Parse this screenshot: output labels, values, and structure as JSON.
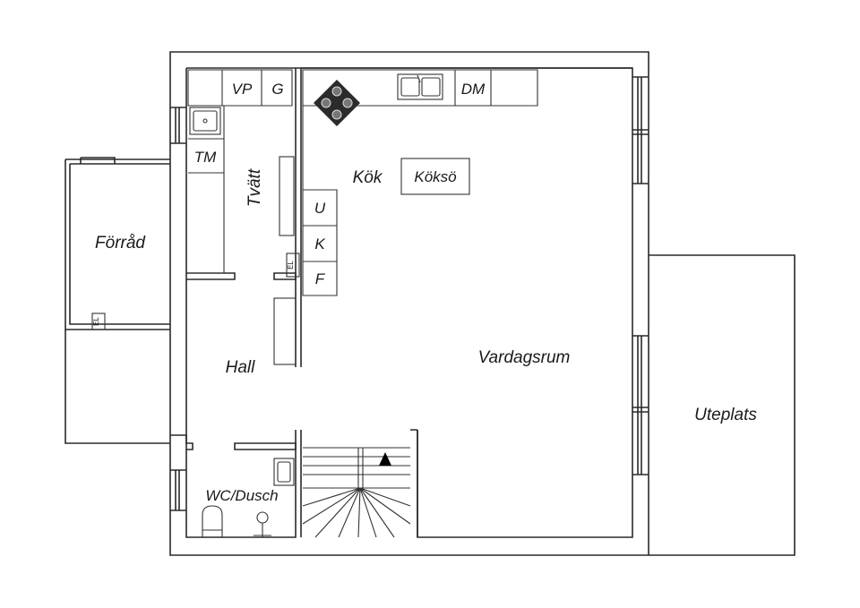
{
  "floorplan": {
    "rooms": {
      "forrad": "Förråd",
      "hall": "Hall",
      "tvatt": "Tvätt",
      "kok": "Kök",
      "vardagsrum": "Vardagsrum",
      "uteplats": "Uteplats",
      "wc": "WC/Dusch"
    },
    "fixtures": {
      "vp": "VP",
      "g": "G",
      "tm": "TM",
      "dm": "DM",
      "koksö": "Köksö",
      "u": "U",
      "k": "K",
      "f": "F",
      "el_tvatt": "EL",
      "el_forrad": "EL"
    },
    "colors": {
      "wall": "#2a2a2a",
      "hob": "#2b2b2b",
      "arrow": "#000000"
    }
  }
}
